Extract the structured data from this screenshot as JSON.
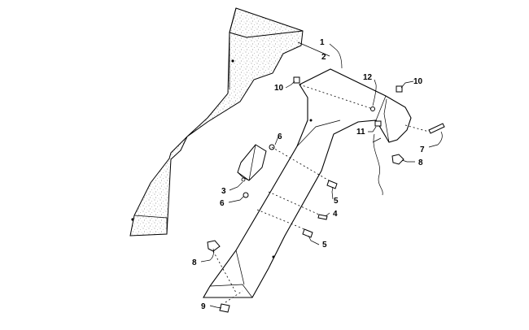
{
  "diagram": {
    "callouts": [
      {
        "id": "c1",
        "text": "1"
      },
      {
        "id": "c2",
        "text": "2"
      },
      {
        "id": "c3",
        "text": "3"
      },
      {
        "id": "c4",
        "text": "4"
      },
      {
        "id": "c5a",
        "text": "5"
      },
      {
        "id": "c5b",
        "text": "5"
      },
      {
        "id": "c6a",
        "text": "6"
      },
      {
        "id": "c6b",
        "text": "6"
      },
      {
        "id": "c7",
        "text": "7"
      },
      {
        "id": "c8a",
        "text": "8"
      },
      {
        "id": "c8b",
        "text": "8"
      },
      {
        "id": "c9",
        "text": "9"
      },
      {
        "id": "c10a",
        "text": "10"
      },
      {
        "id": "c10b",
        "text": "10"
      },
      {
        "id": "c11",
        "text": "11"
      },
      {
        "id": "c12",
        "text": "12"
      }
    ]
  }
}
